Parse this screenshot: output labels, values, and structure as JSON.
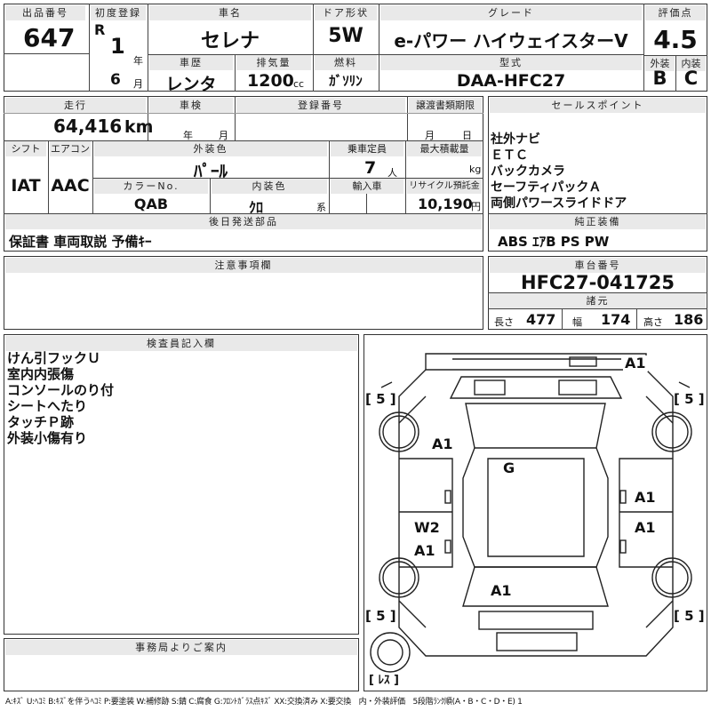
{
  "header": {
    "lot_label": "出品番号",
    "lot_value": "647",
    "first_reg_label": "初度登録",
    "era": "R",
    "year_value": "1",
    "year_unit": "年",
    "month_value": "6",
    "month_unit": "月",
    "car_name_label": "車名",
    "car_name": "セレナ",
    "door_label": "ドア形状",
    "door": "5W",
    "grade_label": "グレード",
    "grade": "e-パワー ハイウェイスターV",
    "score_label": "評価点",
    "score": "4.5",
    "exterior_label": "外装",
    "exterior_grade": "B",
    "interior_label": "内装",
    "interior_grade": "C",
    "history_label": "車歴",
    "history": "レンタ",
    "displacement_label": "排気量",
    "displacement": "1200",
    "displacement_unit": "cc",
    "fuel_label": "燃料",
    "fuel": "ｶﾞｿﾘﾝ",
    "model_label": "型式",
    "model": "DAA-HFC27"
  },
  "details": {
    "mileage_label": "走行",
    "mileage": "64,416",
    "mileage_unit": "km",
    "inspection_label": "車検",
    "inspection_year": "年",
    "inspection_month": "月",
    "registration_label": "登録番号",
    "transfer_label": "譲渡書類期限",
    "transfer_month": "月",
    "transfer_day": "日",
    "shift_label": "シフト",
    "shift": "IAT",
    "ac_label": "エアコン",
    "ac": "AAC",
    "color_label": "外装色",
    "color": "ﾊﾟｰﾙ",
    "capacity_label": "乗車定員",
    "capacity": "7",
    "capacity_unit": "人",
    "load_label": "最大積載量",
    "load_unit": "kg",
    "color_no_label": "カラーNo.",
    "color_no": "QAB",
    "interior_color_label": "内装色",
    "interior_color": "ｸﾛ",
    "interior_color_unit": "系",
    "import_label": "輸入車",
    "recycle_label": "リサイクル預託金",
    "recycle": "10,190",
    "recycle_unit": "円",
    "later_label": "後日発送部品",
    "later": "保証書 車両取説 予備ｷｰ"
  },
  "sales": {
    "label": "セールスポイント",
    "items": [
      "社外ナビ",
      "ＥＴＣ",
      "バックカメラ",
      "セーフティパックＡ",
      "両側パワースライドドア"
    ]
  },
  "equipment": {
    "label": "純正装備",
    "value": "ABS ｴｱB PS PW"
  },
  "chassis": {
    "label": "車台番号",
    "value": "HFC27-041725"
  },
  "specs": {
    "label": "諸元",
    "length_label": "長さ",
    "length": "477",
    "width_label": "幅",
    "width": "174",
    "height_label": "高さ",
    "height": "186"
  },
  "caution": {
    "label": "注意事項欄"
  },
  "inspector": {
    "label": "検査員記入欄",
    "notes": [
      "けん引フックＵ",
      "室内内張傷",
      "コンソールのり付",
      "シートへたり",
      "タッチＰ跡",
      "外装小傷有り"
    ]
  },
  "office": {
    "label": "事務局よりご案内"
  },
  "diagram": {
    "marks": [
      "A1",
      "A1",
      "G",
      "A1",
      "A1",
      "W2",
      "A1",
      "A1"
    ],
    "tires": [
      "5",
      "5",
      "5",
      "5"
    ],
    "spare": "ﾚｽ"
  },
  "legend": "A:ｷｽﾞ U:ﾍｺﾐ B:ｷｽﾞを伴うﾍｺﾐ P:要塗装 W:補修跡 S:錆 C:腐食 G:ﾌﾛﾝﾄｶﾞﾗｽ点ｷｽﾞ XX:交換済み X:要交換　内・外装評価　5段階ﾗﾝｸ順(A・B・C・D・E) 1"
}
